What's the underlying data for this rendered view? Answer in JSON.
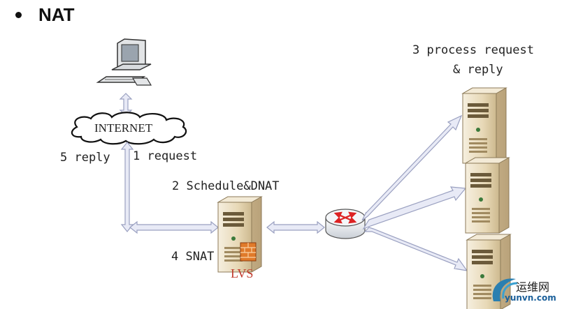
{
  "title": "NAT",
  "labels": {
    "internet": "INTERNET",
    "step1": "1 request",
    "step5": "5 reply",
    "step2": "2 Schedule&DNAT",
    "step3_line1": "3 process request",
    "step3_line2": "& reply",
    "step4": "4 SNAT",
    "lvs": "LVS"
  },
  "watermark": {
    "name": "运维网",
    "domain": "yunvn.com"
  },
  "colors": {
    "arrow_fill": "#e8eaf6",
    "arrow_stroke": "#9aa0c0",
    "lvs_red": "#c0392b",
    "server_body": "#e9dcc0"
  }
}
